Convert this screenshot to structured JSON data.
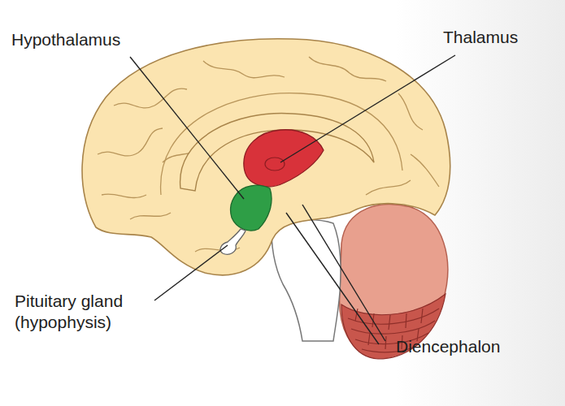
{
  "diagram": {
    "labels": [
      "Hypothalamus",
      "Thalamus",
      "Pituitary gland (hypophysis)",
      "Diencephalon"
    ]
  }
}
